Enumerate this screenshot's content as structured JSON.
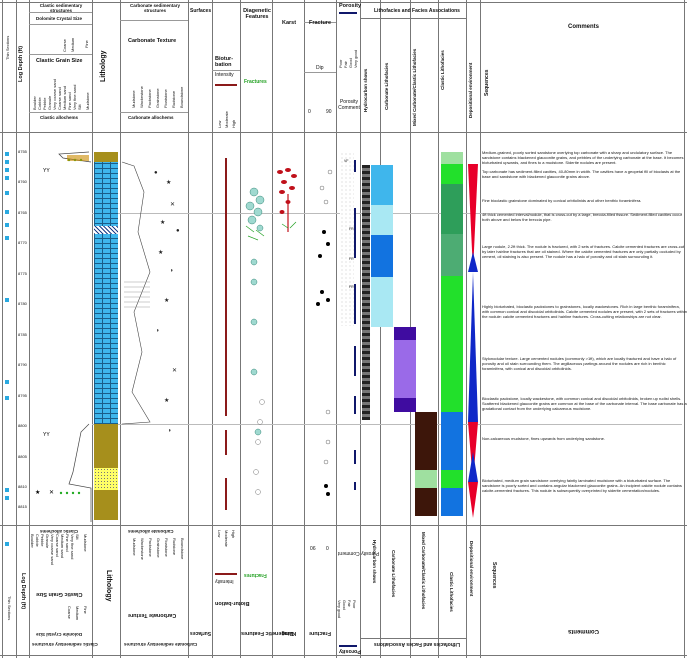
{
  "header": {
    "thin_sections": "Thin Sections",
    "log_depth": "Log Depth (ft)",
    "clastic_sed": "Clastic sedimentary structures",
    "dolomite_crystal": "Dolomite Crystal Size",
    "dolo_coarse": "Coarse",
    "dolo_medium": "Medium",
    "dolo_fine": "Fine",
    "clastic_grain": "Clastic Grain Size",
    "grain_sizes": [
      "Boulder",
      "Cobble",
      "Pebble",
      "Granule",
      "Very coarse sand",
      "Coarse sand",
      "Medium sand",
      "Fine sand",
      "Very fine sand",
      "Silt",
      "Mudstone"
    ],
    "clastic_allochems": "Clastic allochems",
    "lithology": "Lithology",
    "carb_sed": "Carbonate sedimentary structures",
    "carb_texture": "Carbonate Texture",
    "carb_textures": [
      "Mudstone",
      "Wackestone",
      "Packstone",
      "Grainstone",
      "Floatstone",
      "Rudstone",
      "Boundstone"
    ],
    "carb_allochems": "Carbonate allochems",
    "surfaces": "Surfaces",
    "bioturbation": "Biotur-bation",
    "intensity": "Intensity",
    "bio_levels": [
      "Low",
      "Moderate",
      "High"
    ],
    "diagenetic": "Diagenetic Features",
    "fractures_label": "Fractures",
    "karst": "Karst",
    "fracture": "Fracture",
    "dip": "Dip",
    "dip_min": "0",
    "dip_max": "90",
    "porosity": "Porosity",
    "porosity_levels": [
      "Poor",
      "Fair",
      "Good",
      "Very good"
    ],
    "porosity_comment": "Porosity Comment",
    "hydrocarbon": "Hydrocarbon shows",
    "litho_facies": "Lithofacies and Facies Associations",
    "carb_litho": "Carbonate Lithofacies",
    "mixed_litho": "Mixed Carbonate/Clastic Lithofacies",
    "clastic_litho": "Clastic Lithofacies",
    "depo_env": "Depositional environment",
    "sequences": "Sequences",
    "comments": "Comments"
  },
  "depths": [
    "8755",
    "8760",
    "8765",
    "8770",
    "8775",
    "8780",
    "8785",
    "8790",
    "8795",
    "8800",
    "8805",
    "8810",
    "8815",
    "8820"
  ],
  "porosity_comments": [
    "VF",
    "FR",
    "FR",
    "FR"
  ],
  "comments": [
    "Medium-grained, poorly sorted sandstone overlying top carbonate with a sharp and undulatory surface. The sandstone contains blackened glauconite grains, and pebbles of the underlying carbonate at the base. It becomes bioturbated upwards, and fines to a mudstone. Siderite nodules are present.",
    "Top carbonate has sediment-filled cavities, 40-80mm in width. The cavities have a geopetal fill of bioclasts at the base and sandstone with blackened glauconite grains above.",
    "Fine bioclastic grainstone dominated by conical orbitolinids and other benthic foraminifera.",
    "4ft thick cemented interval/nodule, that is cross-cut by a large, breccia-filled fissure. Sediment-filled cavities occur both above and below the breccia pipe.",
    "Large nodule, 2.2ft thick. The nodule is fractured, with 2 sets of fractures. Calcite cemented fractures are cross-cut by later hairline fractures that are oil stained. Where the calcite cemented fractures are only partially occluded by cement, oil staining is also present. The nodule has a halo of porosity and oil stain surrounding it.",
    "Highly bioturbated, bioclastic packstones to grainstones, locally wackestones. Rich in large benthic foraminifera, with common conical and discoidal orbitolinids. Calcite cemented nodules are present, with 2 sets of fractures within the nodule: calcite cemented fractures and hairline fractures. Cross-cutting relationships are not clear.",
    "Stylonodular texture. Large cemented nodules (commonly >1ft), which are locally fractured and have a halo of porosity and oil stain surrounding them. The argillaceous partings around the nodules are rich in benthic foraminifera, with conical and discoidal orbitolinids.",
    "Bioclastic packstone, locally wackestone, with common conical and discoidal orbitolinids, broken up rudist shells. Scattered blackened glauconite grains are common at the base of the carbonate interval. The base carbonate has a gradational contact from the underlying calcareous mudstone.",
    "Non-calcareous mudstone, fines upwards from underlying sandstone.",
    "Bioturbated, medium grain sandstone overlying faintly laminated mudstone with a bioturbated surface. The sandstone is poorly sorted and contains angular blackened glauconite grains. An incipient calcite nodule contains calcite-cemented fractures. This nodule is subsequently overprinted by siderite cementation/nodules."
  ],
  "colors": {
    "carbonate_blue": "#3fb6ec",
    "sand_yellow": "#ffff66",
    "mud_olive": "#a68f1c",
    "fracture_red": "#8b1a1a",
    "facies_green": "#22e02b",
    "facies_dark_green": "#2e9e5a",
    "facies_blue": "#1273e0",
    "facies_purple": "#5a1aa8",
    "facies_brown": "#3d160a",
    "seq_red": "#e8002a",
    "seq_blue": "#1028c8"
  }
}
